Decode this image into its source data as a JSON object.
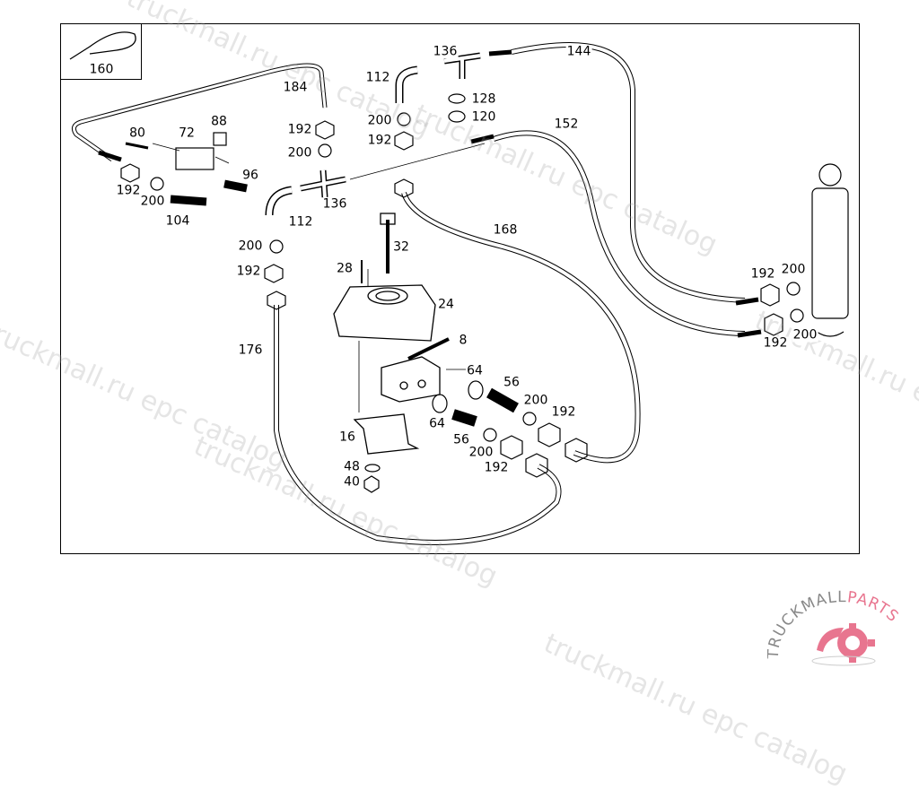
{
  "diagram": {
    "callouts": [
      {
        "id": "160"
      },
      {
        "id": "184"
      },
      {
        "id": "112"
      },
      {
        "id": "136"
      },
      {
        "id": "144"
      },
      {
        "id": "128"
      },
      {
        "id": "120"
      },
      {
        "id": "152"
      },
      {
        "id": "200"
      },
      {
        "id": "192"
      },
      {
        "id": "192"
      },
      {
        "id": "200"
      },
      {
        "id": "80"
      },
      {
        "id": "72"
      },
      {
        "id": "88"
      },
      {
        "id": "96"
      },
      {
        "id": "192"
      },
      {
        "id": "200"
      },
      {
        "id": "104"
      },
      {
        "id": "136"
      },
      {
        "id": "112"
      },
      {
        "id": "200"
      },
      {
        "id": "192"
      },
      {
        "id": "32"
      },
      {
        "id": "28"
      },
      {
        "id": "24"
      },
      {
        "id": "168"
      },
      {
        "id": "8"
      },
      {
        "id": "176"
      },
      {
        "id": "64"
      },
      {
        "id": "56"
      },
      {
        "id": "200"
      },
      {
        "id": "192"
      },
      {
        "id": "64"
      },
      {
        "id": "56"
      },
      {
        "id": "200"
      },
      {
        "id": "192"
      },
      {
        "id": "16"
      },
      {
        "id": "48"
      },
      {
        "id": "40"
      },
      {
        "id": "192"
      },
      {
        "id": "200"
      },
      {
        "id": "192"
      },
      {
        "id": "200"
      }
    ]
  },
  "watermark": {
    "text": "truckmall.ru epc catalog"
  },
  "logo": {
    "text_main": "TRUCKMALL",
    "text_accent": "PARTS",
    "accent_color": "#e8758f"
  }
}
